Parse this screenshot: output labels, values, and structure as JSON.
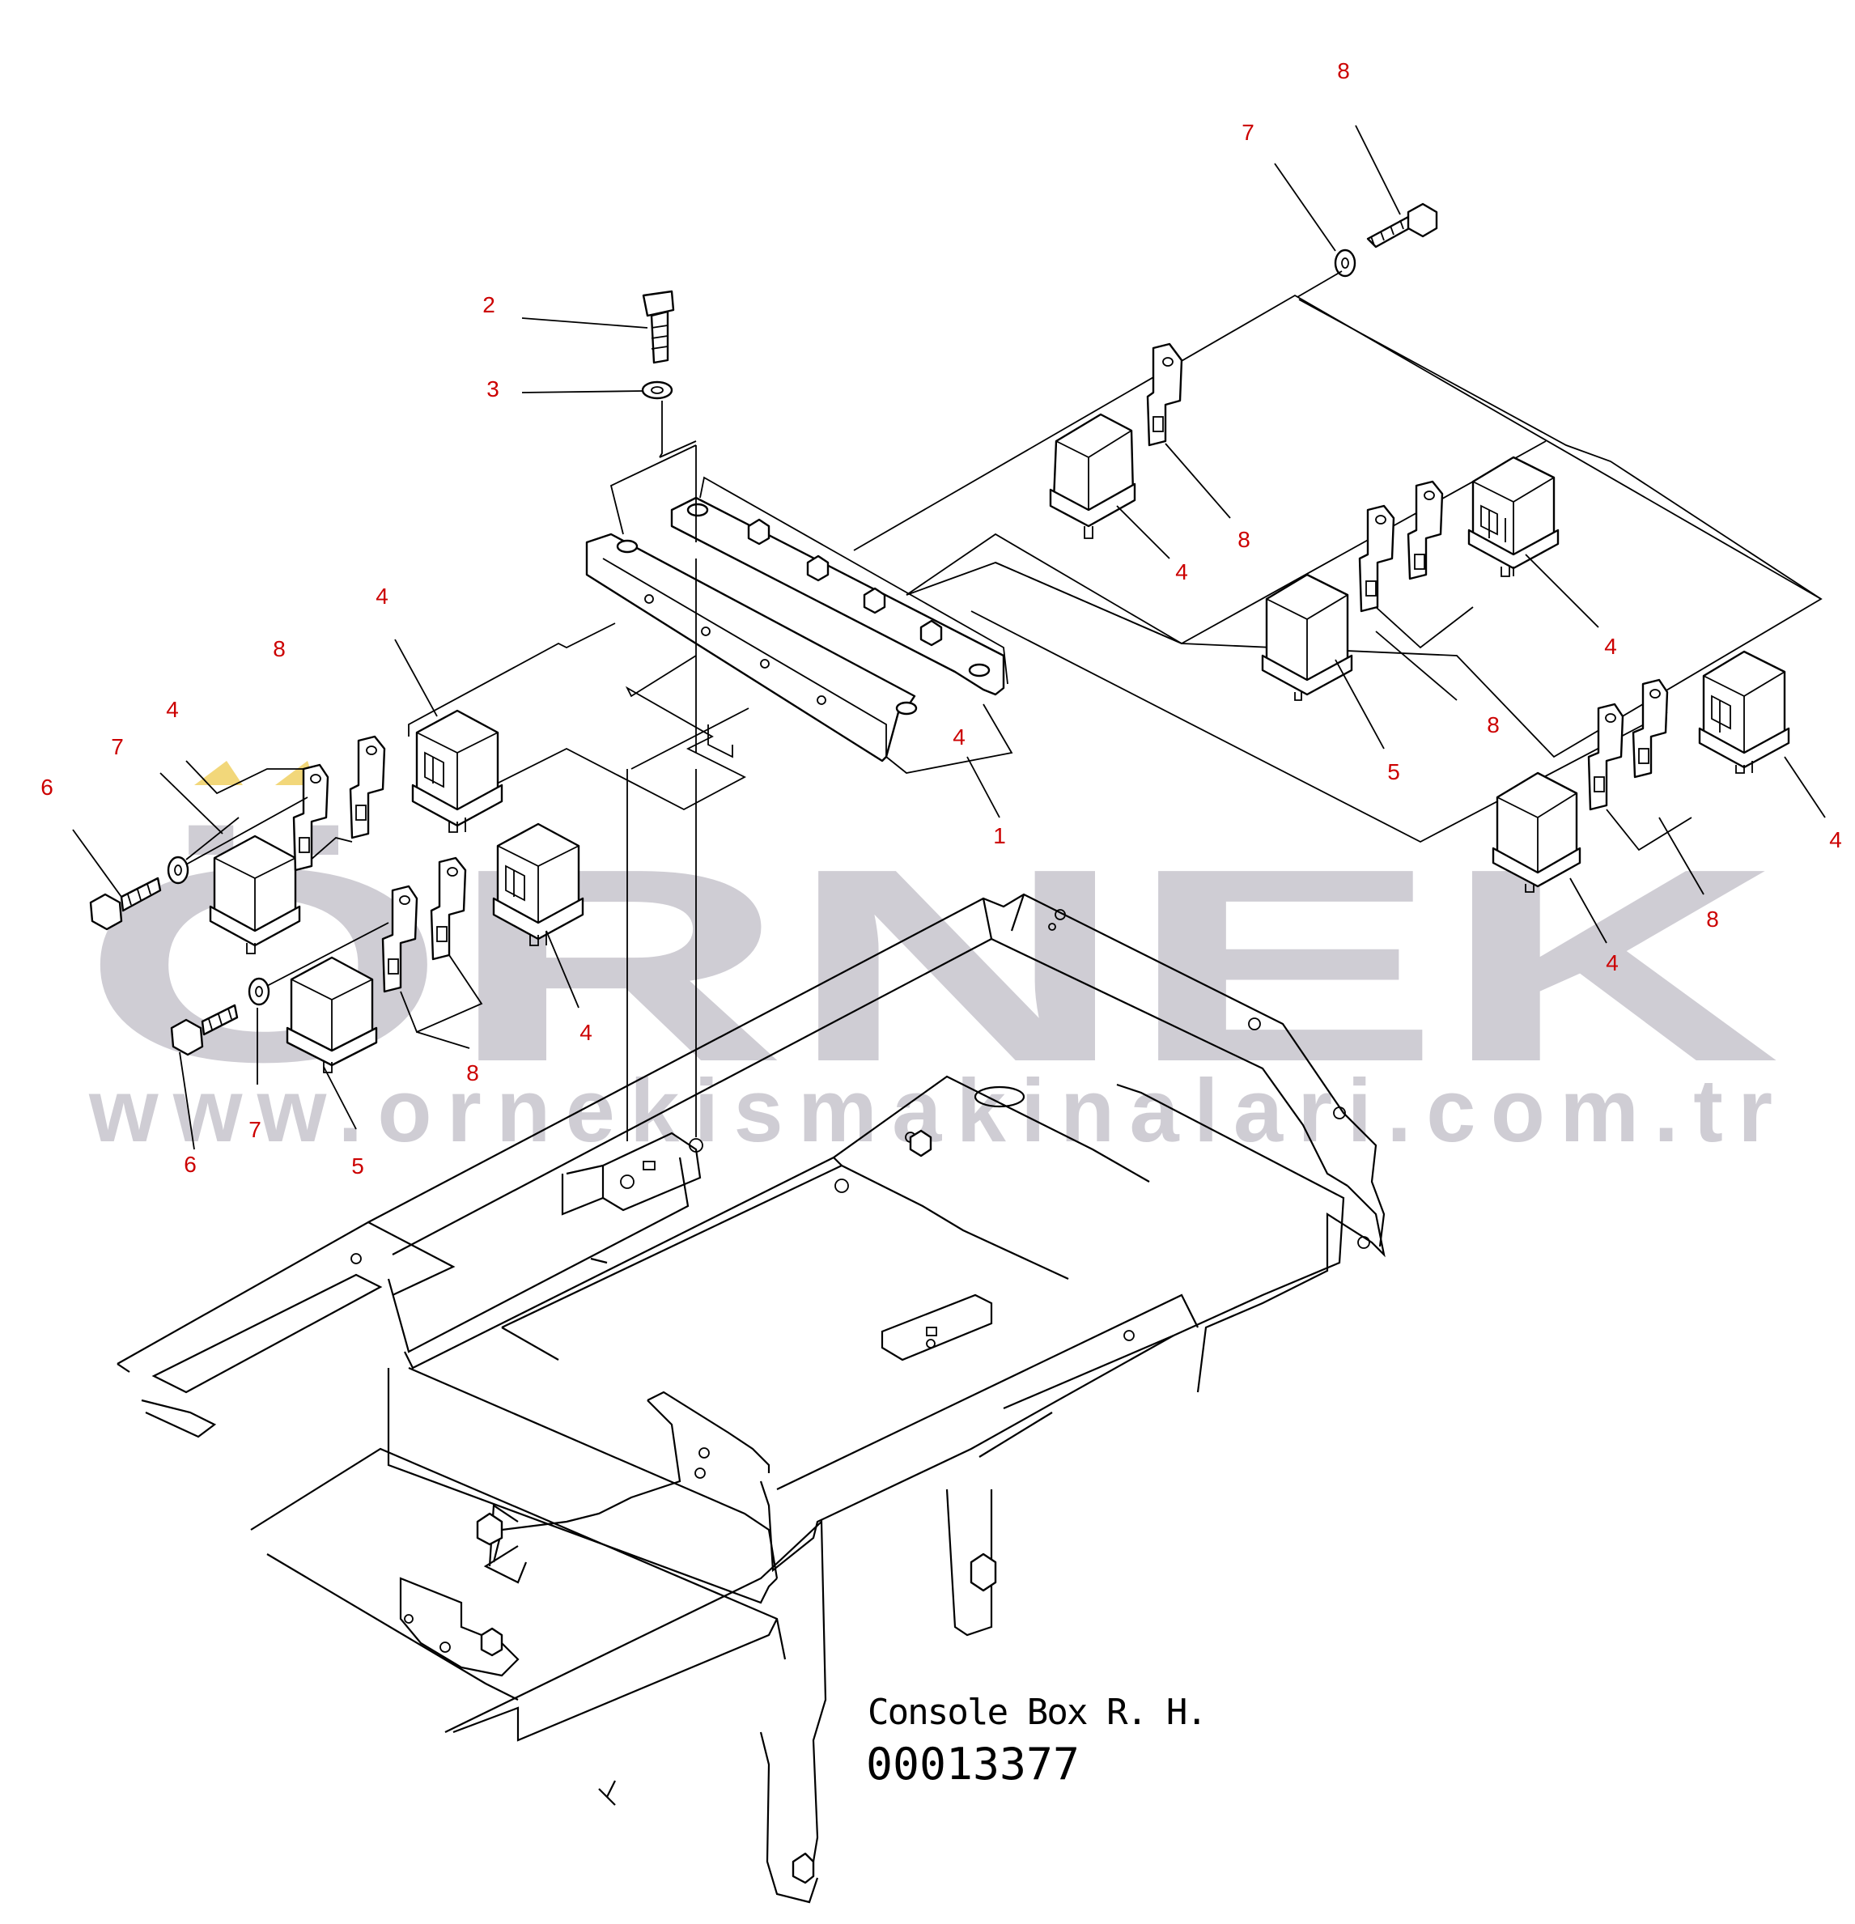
{
  "watermark": {
    "brand": "ÖRNEK",
    "url": "www.ornekismakinalari.com.tr"
  },
  "title": {
    "name": "Console Box R. H.",
    "code": "00013377"
  },
  "callouts": [
    {
      "id": "c-8a",
      "label": "8"
    },
    {
      "id": "c-7a",
      "label": "7"
    },
    {
      "id": "c-2",
      "label": "2"
    },
    {
      "id": "c-3",
      "label": "3"
    },
    {
      "id": "c-8b",
      "label": "8"
    },
    {
      "id": "c-4a",
      "label": "4"
    },
    {
      "id": "c-4b",
      "label": "4"
    },
    {
      "id": "c-8c",
      "label": "8"
    },
    {
      "id": "c-4c",
      "label": "4"
    },
    {
      "id": "c-5a",
      "label": "5"
    },
    {
      "id": "c-1",
      "label": "1"
    },
    {
      "id": "c-4d",
      "label": "4"
    },
    {
      "id": "c-8d",
      "label": "8"
    },
    {
      "id": "c-4e",
      "label": "4"
    },
    {
      "id": "c-4f",
      "label": "4"
    },
    {
      "id": "c-8e",
      "label": "8"
    },
    {
      "id": "c-4g",
      "label": "4"
    },
    {
      "id": "c-7b",
      "label": "7"
    },
    {
      "id": "c-6a",
      "label": "6"
    },
    {
      "id": "c-4h",
      "label": "4"
    },
    {
      "id": "c-8f",
      "label": "8"
    },
    {
      "id": "c-7c",
      "label": "7"
    },
    {
      "id": "c-6b",
      "label": "6"
    },
    {
      "id": "c-5b",
      "label": "5"
    }
  ],
  "colors": {
    "callout": "#cc0000",
    "watermark": "#cfcdd4",
    "watermark_accent": "#f2d77a"
  }
}
